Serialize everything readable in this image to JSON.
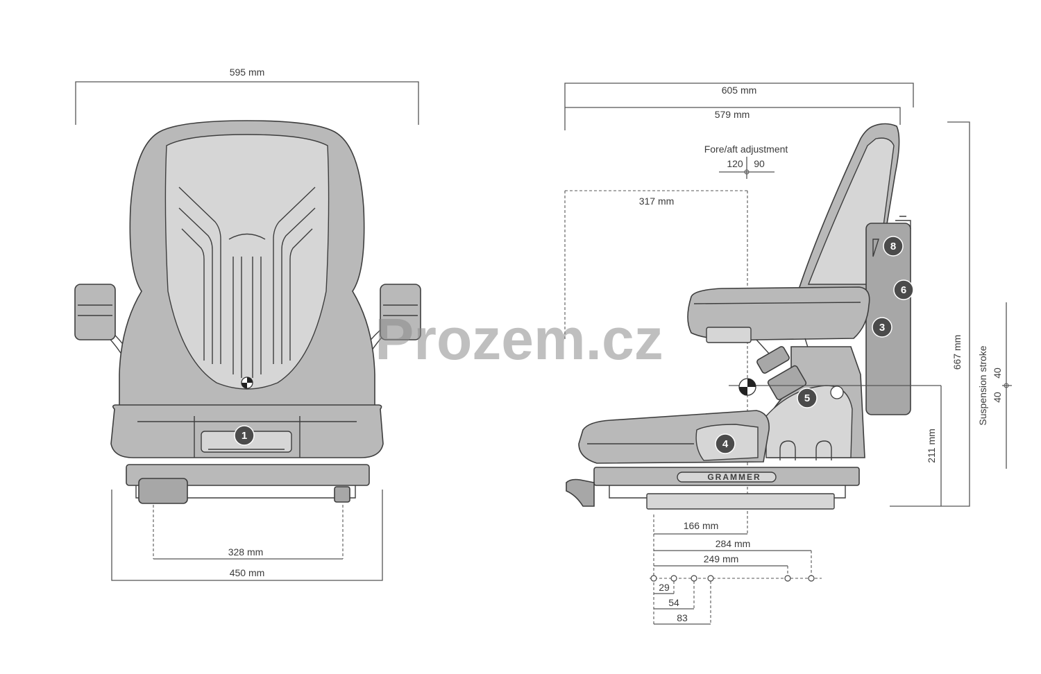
{
  "front_view": {
    "width_595": "595 mm",
    "width_450": "450 mm",
    "width_328": "328 mm",
    "marker_1": "1"
  },
  "side_view": {
    "depth_605": "605 mm",
    "depth_579": "579 mm",
    "fore_aft_title": "Fore/aft adjustment",
    "fore_aft_back": "120",
    "fore_aft_fwd": "90",
    "dim_317": "317 mm",
    "dim_667": "667 mm",
    "dim_211": "211 mm",
    "suspension_label": "Suspension stroke",
    "suspension_up": "40",
    "suspension_down": "40",
    "dim_166": "166 mm",
    "dim_284": "284 mm",
    "dim_249": "249 mm",
    "hole_29": "29",
    "hole_54": "54",
    "hole_83": "83",
    "brand": "GRAMMER",
    "markers": [
      "8",
      "6",
      "3",
      "5",
      "4"
    ]
  },
  "watermark": "Prozem.cz",
  "colors": {
    "upholstery": "#b9b9b9",
    "outline": "#3d3d3d",
    "marker": "#4b4b4b"
  }
}
